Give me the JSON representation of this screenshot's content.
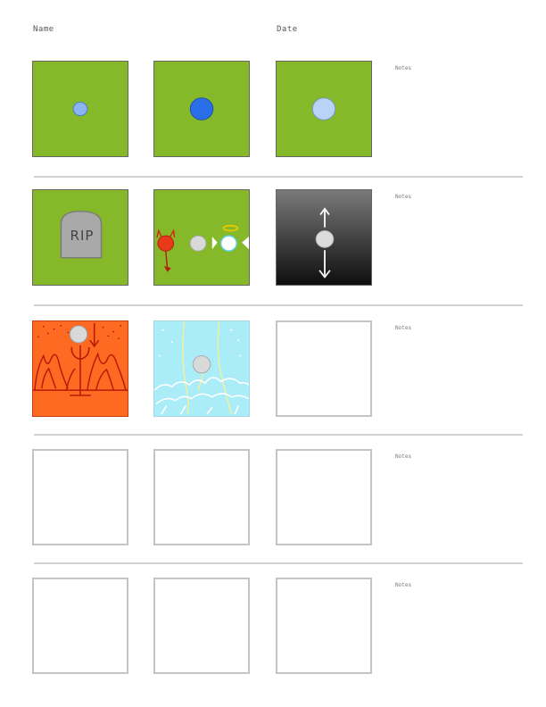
{
  "header": {
    "name_label": "Name",
    "date_label": "Date"
  },
  "rows": [
    {
      "notes_label": "Notes"
    },
    {
      "notes_label": "Notes"
    },
    {
      "notes_label": "Notes"
    },
    {
      "notes_label": "Notes"
    },
    {
      "notes_label": "Notes"
    }
  ],
  "panels": {
    "r2p1": {
      "tombstone_text": "RIP"
    }
  },
  "colors": {
    "grass": "#85b92a",
    "lava": "#ff6a22",
    "sky": "#aaecf8",
    "soul_small": "#8ab4f2",
    "soul_blue": "#2a6ee8",
    "soul_light": "#b9d3f6",
    "soul_grey": "#d9d9d9",
    "devil": "#e83a1a",
    "panel_border": "#c4c4c4"
  }
}
